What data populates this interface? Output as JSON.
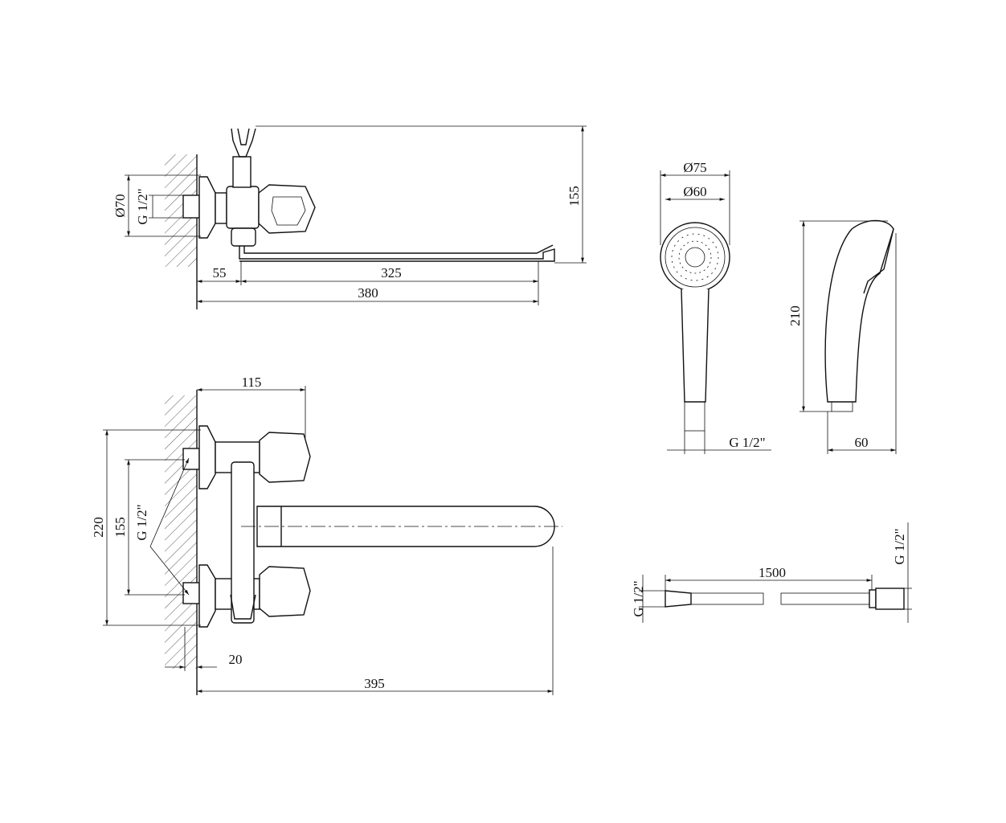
{
  "drawing": {
    "top_view": {
      "diameter_flange": "Ø70",
      "thread": "G 1/2\"",
      "height": "155",
      "offset": "55",
      "spout_reach": "325",
      "total_length": "380"
    },
    "front_view": {
      "handle_width": "115",
      "total_height": "220",
      "inlet_spacing": "155",
      "thread": "G 1/2\"",
      "wall_offset": "20",
      "total_length": "395"
    },
    "shower_head_front": {
      "outer_diameter": "Ø75",
      "inner_diameter": "Ø60",
      "thread": "G 1/2\""
    },
    "shower_head_side": {
      "length": "210",
      "width": "60"
    },
    "hose": {
      "length": "1500",
      "thread_left": "G 1/2\"",
      "thread_right": "G 1/2\""
    }
  }
}
